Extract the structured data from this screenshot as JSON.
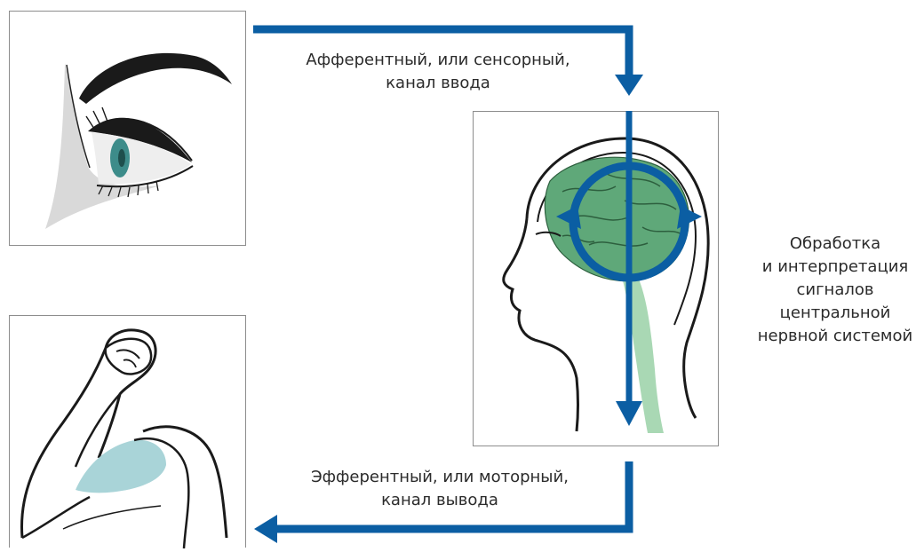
{
  "labels": {
    "afferent": {
      "line1": "Афферентный, или сенсорный,",
      "line2": "канал ввода"
    },
    "efferent": {
      "line1": "Эфферентный, или моторный,",
      "line2": "канал вывода"
    },
    "cns": {
      "line1": "Обработка",
      "line2": "и интерпретация",
      "line3": "сигналов",
      "line4": "центральной",
      "line5": "нервной системой"
    }
  },
  "colors": {
    "arrow": "#0b5ea3",
    "brain": "#5fa879",
    "brain_light": "#a9d8b4",
    "muscle": "#a9d4d8",
    "eye_iris": "#3d8c8a",
    "panel_border": "#8d8d8d"
  },
  "icons": [
    "eye-illustration",
    "flexed-arm-illustration",
    "head-brain-illustration",
    "cycle-arrows-icon"
  ]
}
